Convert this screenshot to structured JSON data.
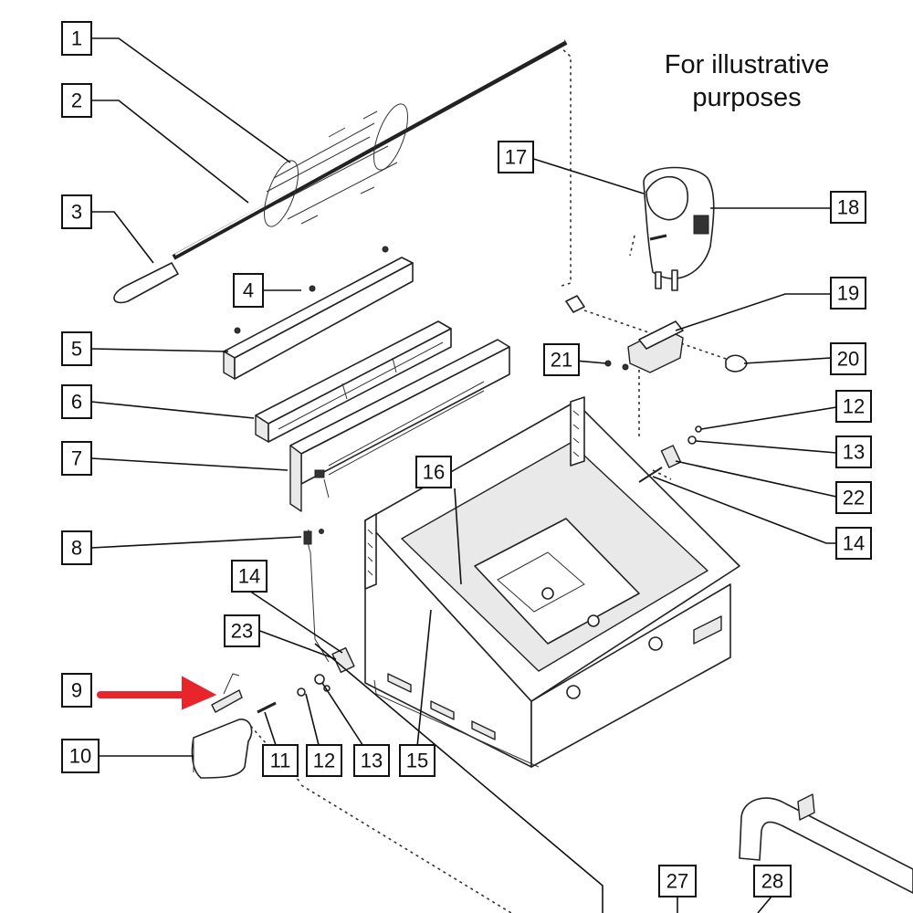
{
  "note": {
    "line1": "For illustrative",
    "line2": "purposes"
  },
  "callouts": {
    "c1": "1",
    "c2": "2",
    "c3": "3",
    "c4": "4",
    "c5": "5",
    "c6": "6",
    "c7": "7",
    "c8": "8",
    "c9": "9",
    "c10": "10",
    "c11": "11",
    "c12a": "12",
    "c13a": "13",
    "c15": "15",
    "c14a": "14",
    "c23": "23",
    "c16": "16",
    "c17": "17",
    "c18": "18",
    "c19": "19",
    "c20": "20",
    "c21": "21",
    "c12b": "12",
    "c13b": "13",
    "c22": "22",
    "c14b": "14",
    "c27": "27",
    "c28": "28"
  },
  "highlight": {
    "arrow_color": "#e8252b"
  }
}
